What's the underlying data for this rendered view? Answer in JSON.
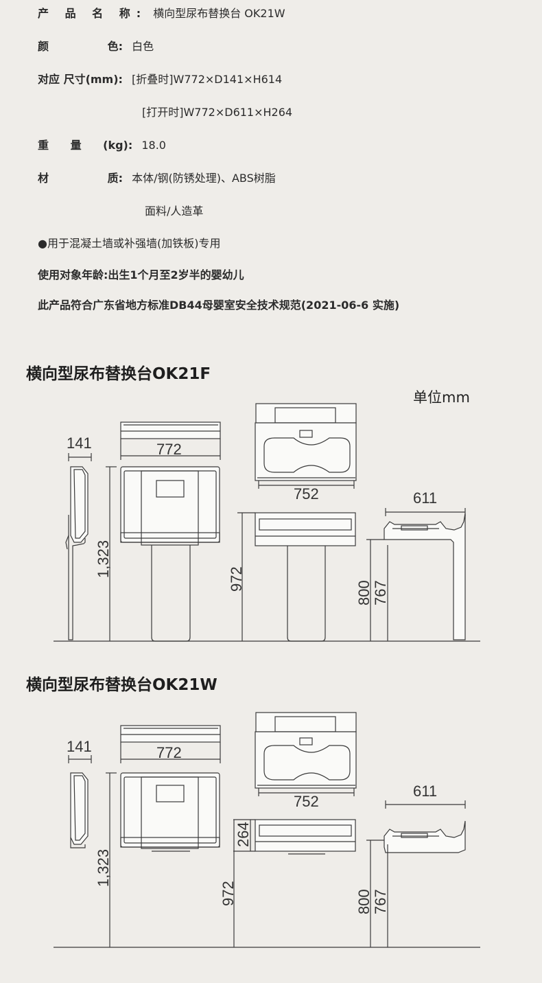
{
  "specs": {
    "name_label": "产 品 名 称:",
    "name_value": "横向型尿布替换台 OK21W",
    "color_label": "颜 色:",
    "color_value": "白色",
    "size_label": "对应 尺寸(mm):",
    "size_folded": "[折叠时]W772×D141×H614",
    "size_open": "[打开时]W772×D611×H264",
    "weight_label": "重 量 (kg):",
    "weight_value": "18.0",
    "material_label": "材 质:",
    "material_value_1": "本体/钢(防锈处理)、ABS树脂",
    "material_value_2": "面料/人造革",
    "note_wall": "●用于混凝土墙或补强墙(加铁板)专用",
    "note_age": "使用对象年龄:出生1个月至2岁半的婴幼儿",
    "note_standard": "此产品符合广东省地方标准DB44母婴室安全技术规范(2021-06-6 实施)"
  },
  "unit_label": "单位mm",
  "diagrams": [
    {
      "title": "横向型尿布替换台OK21F",
      "dims": {
        "depth_folded": "141",
        "width": "772",
        "height_total": "1,323",
        "inner_width": "752",
        "height_top": "972",
        "depth_open": "611",
        "height_800": "800",
        "height_767": "767"
      }
    },
    {
      "title": "横向型尿布替换台OK21W",
      "dims": {
        "depth_folded": "141",
        "width": "772",
        "height_total": "1,323",
        "inner_width": "752",
        "height_264": "264",
        "height_top": "972",
        "depth_open": "611",
        "height_800": "800",
        "height_767": "767"
      }
    }
  ]
}
